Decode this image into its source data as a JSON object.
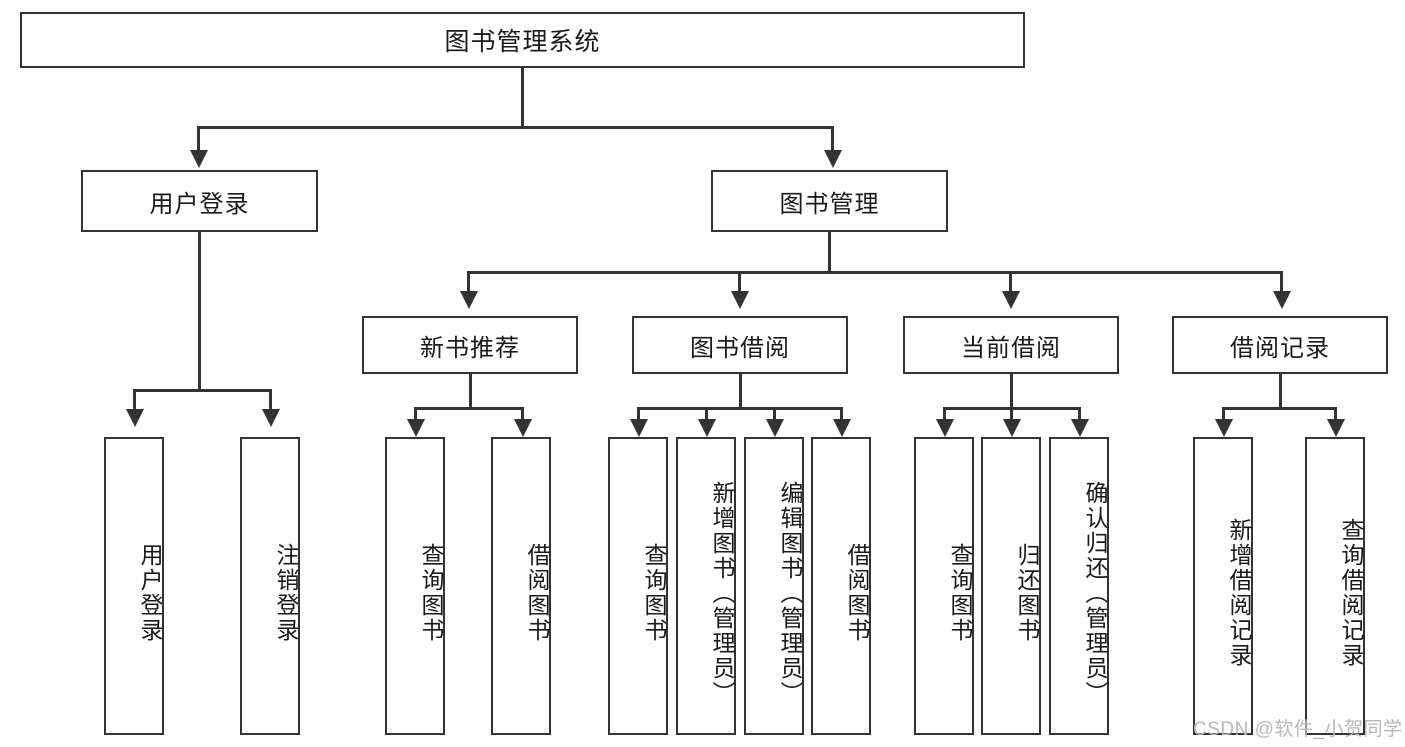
{
  "diagram": {
    "type": "tree-hierarchy-flowchart",
    "title": "图书管理系统",
    "theme": {
      "background": "#ffffff",
      "box_border": "#333333",
      "box_fill": "#ffffff",
      "text": "#1a1a1a",
      "connector": "#333333",
      "watermark": "#b8b8b8"
    },
    "root": {
      "label": "图书管理系统"
    },
    "level2": [
      {
        "label": "用户登录"
      },
      {
        "label": "图书管理"
      }
    ],
    "level3": [
      {
        "label": "新书推荐"
      },
      {
        "label": "图书借阅"
      },
      {
        "label": "当前借阅"
      },
      {
        "label": "借阅记录"
      }
    ],
    "leaves": {
      "user_login": [
        {
          "label": "用户登录"
        },
        {
          "label": "注销登录"
        }
      ],
      "new_book_recommend": [
        {
          "label": "查询图书"
        },
        {
          "label": "借阅图书"
        }
      ],
      "book_borrow": [
        {
          "label": "查询图书"
        },
        {
          "label": "新增图书（管理员）"
        },
        {
          "label": "编辑图书（管理员）"
        },
        {
          "label": "借阅图书"
        }
      ],
      "current_borrow": [
        {
          "label": "查询图书"
        },
        {
          "label": "归还图书"
        },
        {
          "label": "确认归还（管理员）"
        }
      ],
      "borrow_record": [
        {
          "label": "新增借阅记录"
        },
        {
          "label": "查询借阅记录"
        }
      ]
    },
    "watermark": "CSDN @软件_小贺同学"
  }
}
